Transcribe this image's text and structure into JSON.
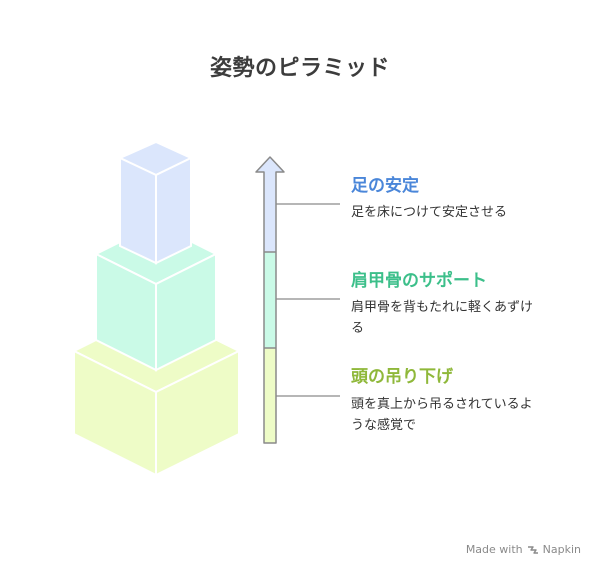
{
  "title": "姿勢のピラミッド",
  "levels": [
    {
      "label": "足の安定",
      "description": "足を床につけて安定させる",
      "label_color": "#4a86d9"
    },
    {
      "label": "肩甲骨のサポート",
      "description": "肩甲骨を背もたれに軽くあずける",
      "label_color": "#3cbf8a"
    },
    {
      "label": "頭の吊り下げ",
      "description": "頭を真上から吊るされているような感覚で",
      "label_color": "#8fb83a"
    }
  ],
  "colors": {
    "top_block": "#dbe6fc",
    "middle_block": "#cafae7",
    "bottom_block": "#eefcc7",
    "outline": "#ffffff",
    "arrow_outline": "#8a8a8a",
    "connector": "#8a8a8a"
  },
  "watermark": {
    "text": "Made with",
    "brand": "Napkin",
    "icon": "napkin-logo-icon"
  }
}
